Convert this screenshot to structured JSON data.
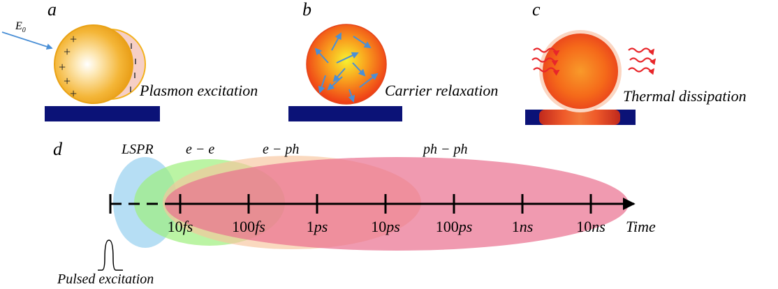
{
  "panels": {
    "a": {
      "letter": "a",
      "caption": "Plasmon excitation",
      "field_label": "E",
      "field_subscript": "0"
    },
    "b": {
      "letter": "b",
      "caption": "Carrier relaxation"
    },
    "c": {
      "letter": "c",
      "caption": "Thermal dissipation"
    },
    "d": {
      "letter": "d"
    }
  },
  "timeline": {
    "regions": {
      "lspr": "LSPR",
      "ee": "e − e",
      "eph": "e − ph",
      "phph": "ph − ph"
    },
    "ticks": [
      "10fs",
      "100fs",
      "1ps",
      "10ps",
      "100ps",
      "1ns",
      "10ns"
    ],
    "axis_label": "Time",
    "pulse_label": "Pulsed excitation"
  },
  "colors": {
    "substrate": "#0b1277",
    "gold": "#f2b21e",
    "hot": "#f0501a",
    "arrow_blue": "#4a8fd6",
    "heat_red": "#e8262a",
    "lspr_fill": "#a9d8f2",
    "ee_fill": "#9ef07e",
    "eph_fill": "#f8c49c",
    "phph_fill": "#ea7d99"
  }
}
